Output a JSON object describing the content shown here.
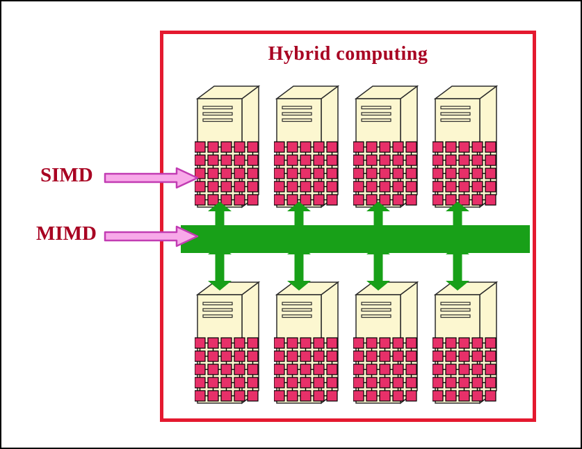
{
  "diagram": {
    "title": "Hybrid computing",
    "labels": {
      "simd": "SIMD",
      "mimd": "MIMD"
    },
    "colors": {
      "frame_border": "#000000",
      "box_border": "#e4192f",
      "title_text": "#a80222",
      "label_text": "#a80222",
      "tower_body": "#fcf7d0",
      "tower_outline": "#2b2b2b",
      "processor_square": "#e73069",
      "bus_green": "#18a018",
      "label_arrow_fill": "#f8a9e9",
      "label_arrow_stroke": "#c23cb3"
    },
    "structure": {
      "tower_count_top": 4,
      "tower_count_bottom": 4,
      "grid_rows": 5,
      "grid_cols": 5
    }
  }
}
